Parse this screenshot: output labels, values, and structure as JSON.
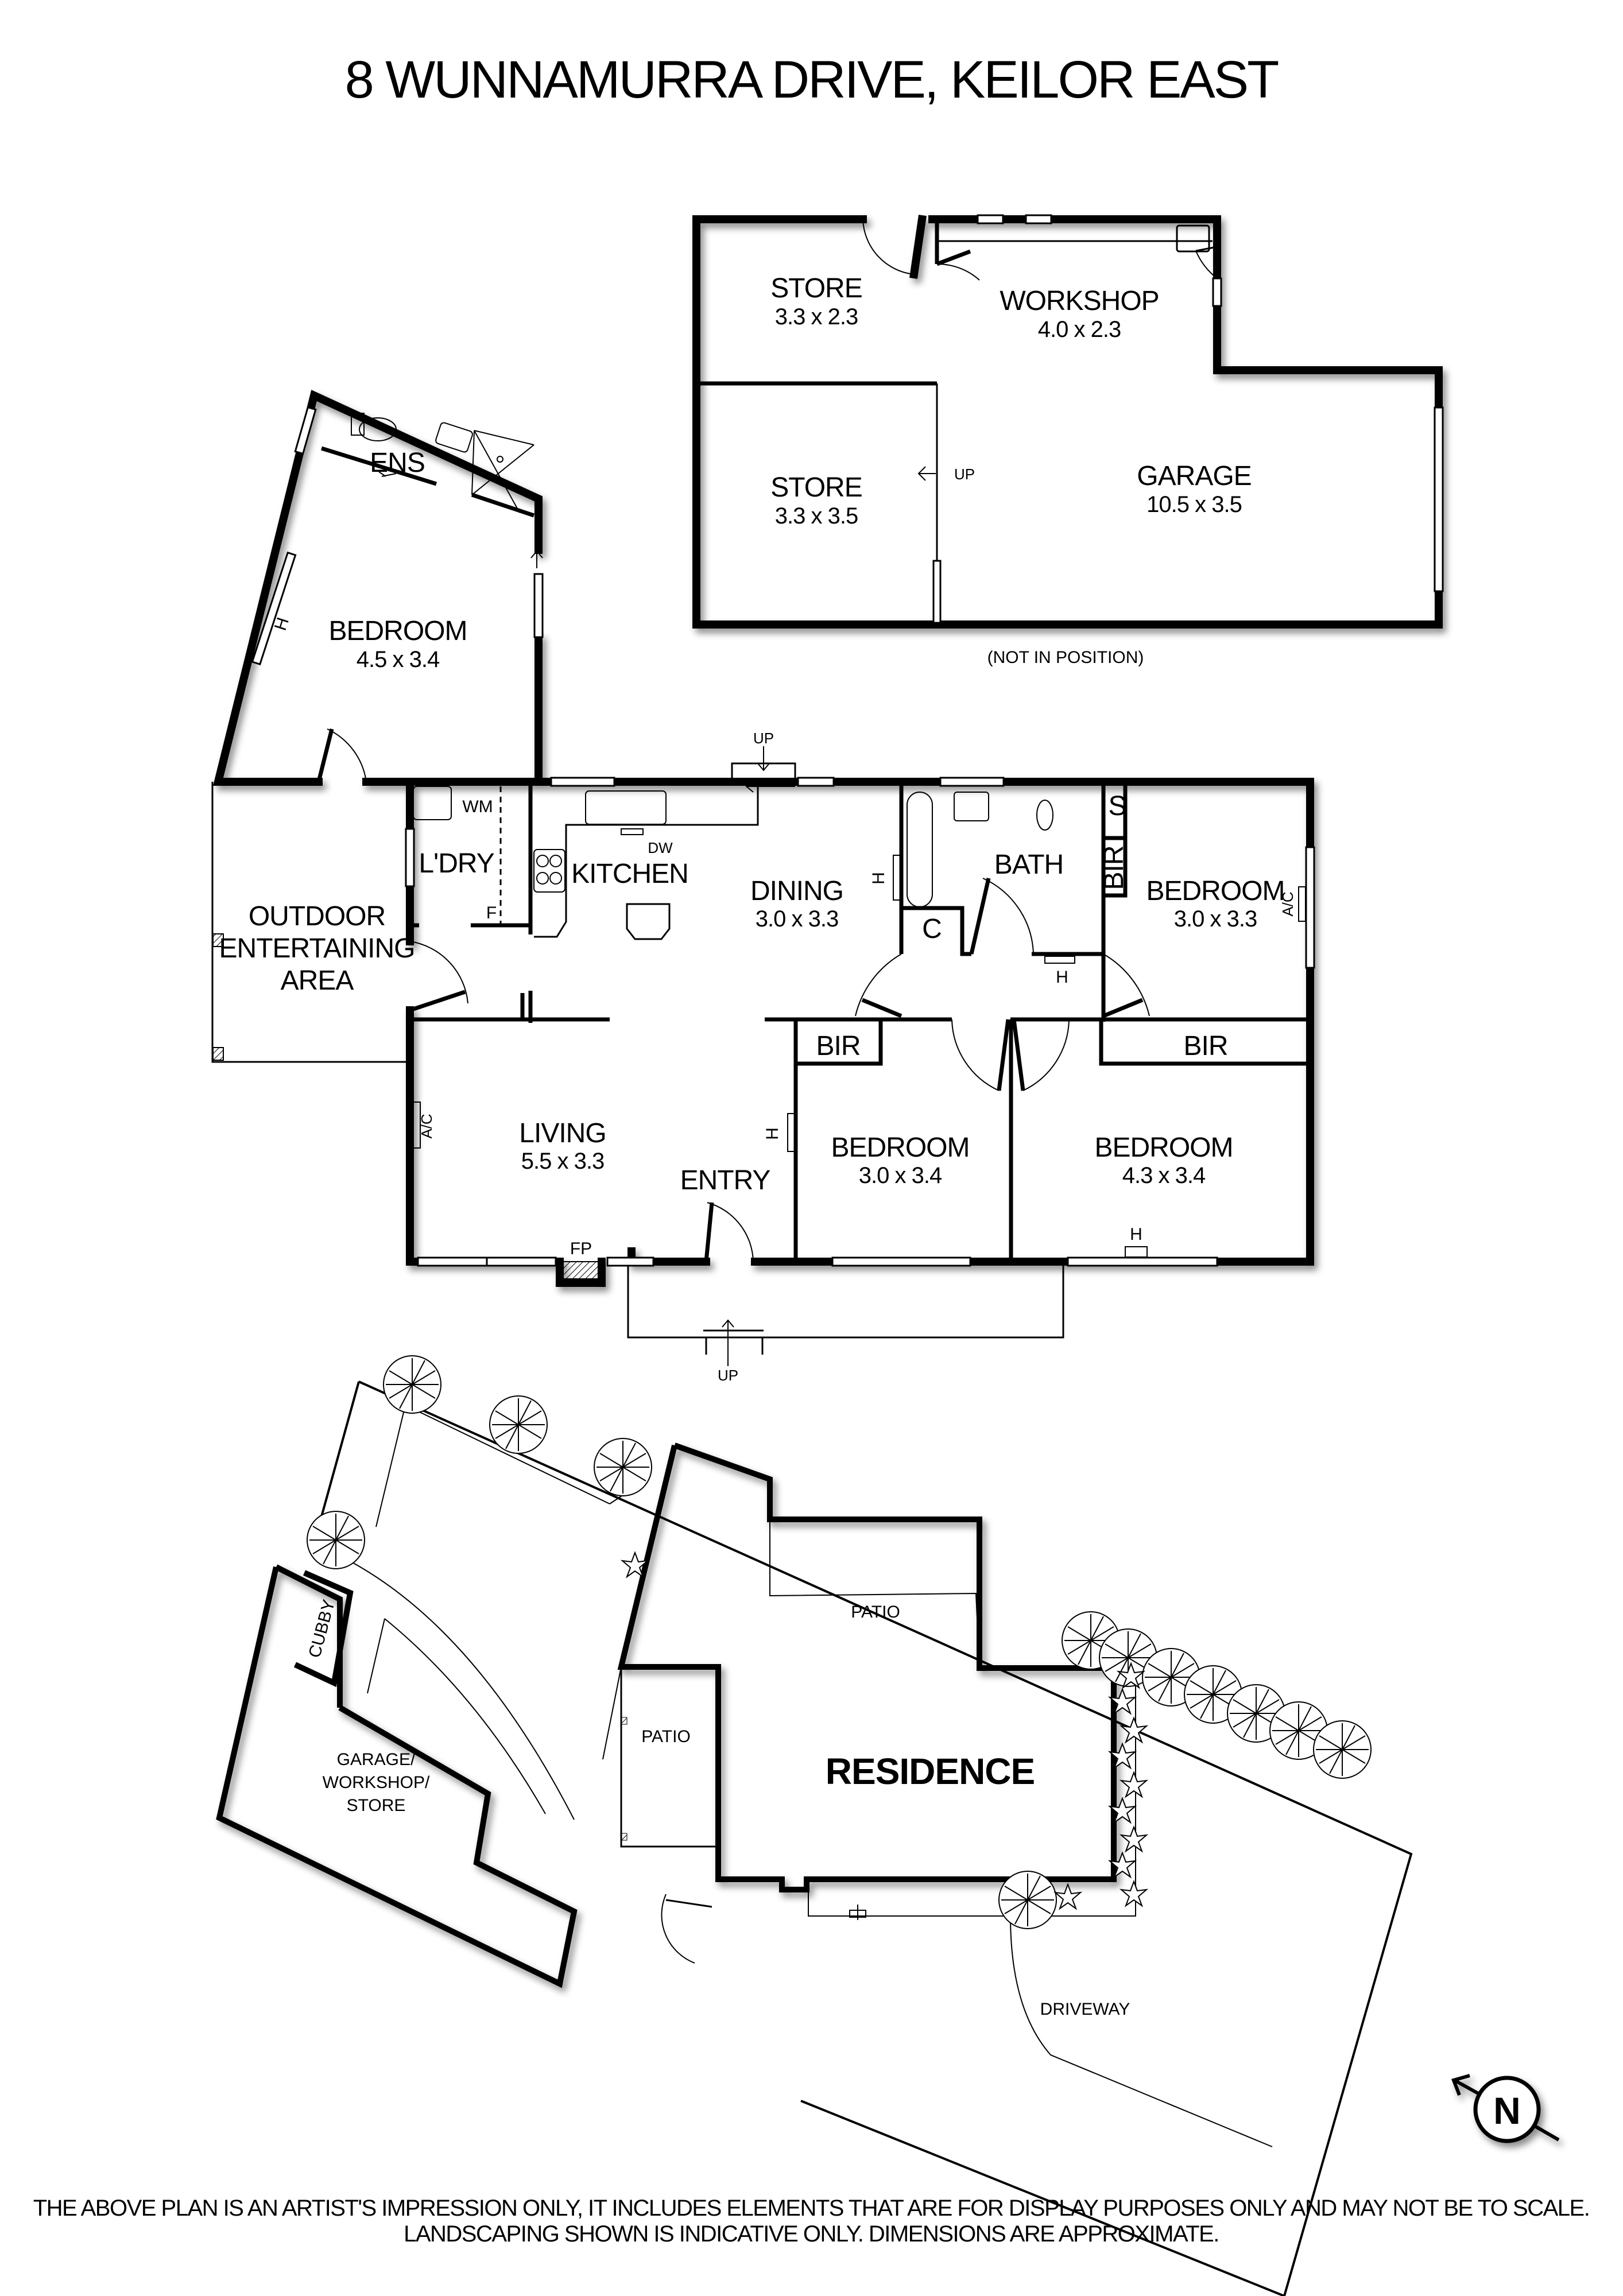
{
  "title": "8 WUNNAMURRA DRIVE, KEILOR EAST",
  "outbuilding": {
    "note": "(NOT IN POSITION)",
    "rooms": [
      {
        "name": "STORE",
        "dims": "3.3 x 2.3"
      },
      {
        "name": "WORKSHOP",
        "dims": "4.0 x 2.3"
      },
      {
        "name": "STORE",
        "dims": "3.3 x 3.5"
      },
      {
        "name": "GARAGE",
        "dims": "10.5 x 3.5"
      }
    ],
    "up_label": "UP"
  },
  "house": {
    "rooms": [
      {
        "name": "ENS",
        "dims": ""
      },
      {
        "name": "BEDROOM",
        "dims": "4.5 x 3.4"
      },
      {
        "name": "L'DRY",
        "dims": ""
      },
      {
        "name": "KITCHEN",
        "dims": ""
      },
      {
        "name": "DINING",
        "dims": "3.0 x 3.3"
      },
      {
        "name": "BATH",
        "dims": ""
      },
      {
        "name": "BEDROOM",
        "dims": "3.0 x 3.3"
      },
      {
        "name": "LIVING",
        "dims": "5.5 x 3.3"
      },
      {
        "name": "ENTRY",
        "dims": ""
      },
      {
        "name": "BEDROOM",
        "dims": "3.0 x 3.4"
      },
      {
        "name": "BEDROOM",
        "dims": "4.3 x 3.4"
      }
    ],
    "outdoor": [
      "OUTDOOR",
      "ENTERTAINING",
      "AREA"
    ],
    "fixtures": {
      "wm": "WM",
      "f": "F",
      "dw": "DW",
      "c": "C",
      "s": "S",
      "bir": "BIR",
      "h": "H",
      "ac": "A/C",
      "fp": "FP",
      "up": "UP"
    }
  },
  "site": {
    "residence": "RESIDENCE",
    "patio": "PATIO",
    "cubby": "CUBBY",
    "garage": [
      "GARAGE/",
      "WORKSHOP/",
      "STORE"
    ],
    "driveway": "DRIVEWAY",
    "north": "N"
  },
  "disclaimer": {
    "line1": "THE ABOVE PLAN IS AN ARTIST'S IMPRESSION ONLY, IT INCLUDES ELEMENTS THAT ARE FOR DISPLAY PURPOSES ONLY AND MAY NOT BE TO SCALE.",
    "line2": "LANDSCAPING SHOWN IS INDICATIVE ONLY. DIMENSIONS ARE APPROXIMATE."
  }
}
